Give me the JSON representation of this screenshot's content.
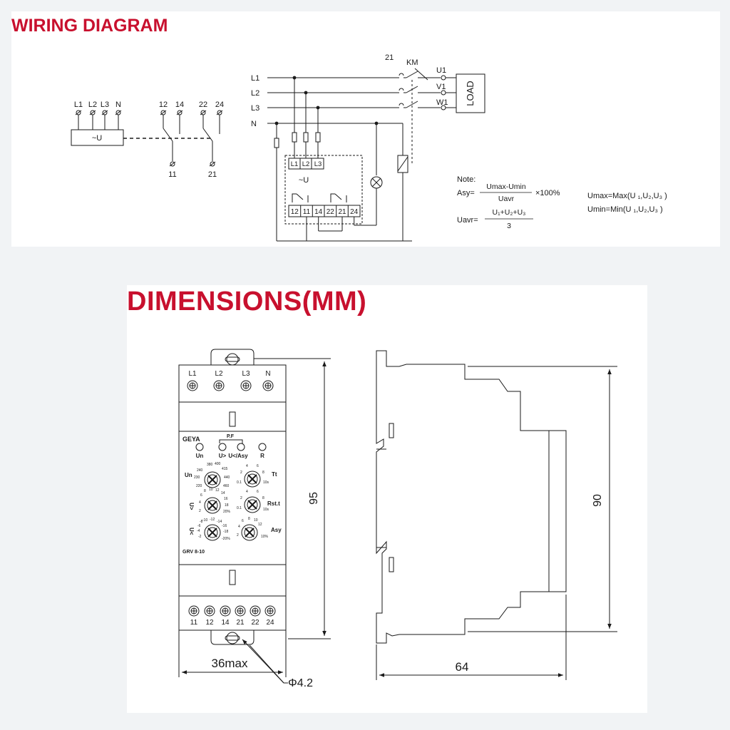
{
  "wiring": {
    "title": "WIRING DIAGRAM",
    "left": {
      "inputs": [
        "L1",
        "L2",
        "L3",
        "N"
      ],
      "supply": "~U",
      "contacts_top": [
        "12",
        "14",
        "22",
        "24"
      ],
      "contacts_bottom": [
        "11",
        "21"
      ]
    },
    "main": {
      "lines": [
        "L1",
        "L2",
        "L3",
        "N"
      ],
      "contactor": "KM",
      "contactor_ref": "21",
      "outputs": [
        "U1",
        "V1",
        "W1"
      ],
      "load": "LOAD",
      "relay_inputs": [
        "L1",
        "L2",
        "L3"
      ],
      "relay_supply": "~U",
      "relay_terminals": [
        "12",
        "11",
        "14",
        "22",
        "21",
        "24"
      ]
    },
    "note": {
      "title": "Note:",
      "asy_lhs": "Asy=",
      "asy_num": "Umax-Umin",
      "asy_den": "Uavr",
      "asy_suffix": "×100%",
      "uavr_lhs": "Uavr=",
      "uavr_num": "U₁+U₂+U₃",
      "uavr_den": "3",
      "umax": "Umax=Max(U ₁,U₂,U₃ )",
      "umin": "Umin=Min(U ₁,U₂,U₃ )"
    }
  },
  "dimensions": {
    "title": "DIMENSIONS(MM)",
    "front": {
      "top_terminals": [
        "L1",
        "L2",
        "L3",
        "N"
      ],
      "brand": "GEYA",
      "pf_label": "P.F",
      "leds": [
        "Un",
        "U>",
        "U</Asy",
        "R"
      ],
      "model": "GRV 8-10",
      "bottom_terminals": [
        "11",
        "12",
        "14",
        "21",
        "22",
        "24"
      ],
      "knobs": [
        {
          "label": "Un",
          "scale": [
            "380",
            "400",
            "415",
            "440",
            "460",
            "220",
            "230",
            "240"
          ]
        },
        {
          "label": "Tt",
          "scale": [
            "2",
            "4",
            "6",
            "8",
            "0.1",
            "10s"
          ]
        },
        {
          "label": "U>",
          "scale": [
            "8",
            "10",
            "12",
            "14",
            "16",
            "18",
            "20%",
            "2",
            "4",
            "6"
          ]
        },
        {
          "label": "Rst.t",
          "scale": [
            "2",
            "4",
            "6",
            "8",
            "0.1",
            "10s"
          ]
        },
        {
          "label": "U<",
          "scale": [
            "-10",
            "-12",
            "-14",
            "-16",
            "-18",
            "-20%",
            "-2",
            "-4",
            "-6",
            "-8"
          ]
        },
        {
          "label": "Asy",
          "scale": [
            "6",
            "8",
            "10",
            "12",
            "4",
            "2",
            "10%"
          ]
        }
      ]
    },
    "dims": {
      "height": "95",
      "width": "36max",
      "hole": "Φ4.2",
      "rail_height": "90",
      "depth": "64"
    }
  }
}
